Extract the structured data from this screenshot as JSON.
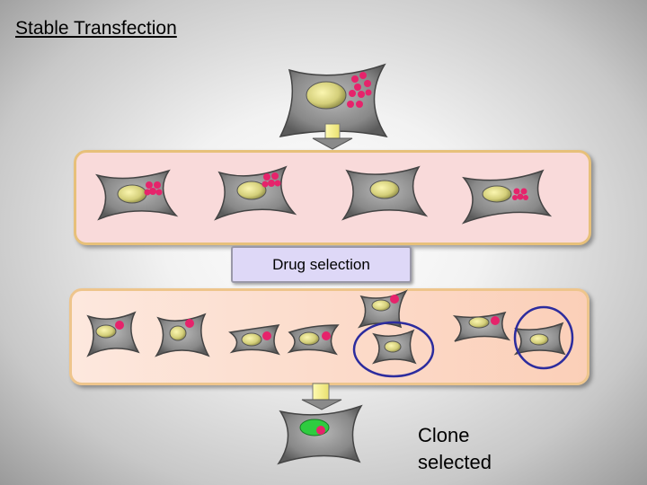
{
  "title": "Stable Transfection",
  "step_label": "Drug selection",
  "result_label": {
    "line1": "Clone",
    "line2": "selected"
  },
  "colors": {
    "cell_body": "#8a8a8a",
    "nucleus": "#d4cf7a",
    "plasmid": "#e6236b",
    "selected_marker": "#2ecc40",
    "selection_circle": "#2c2c9e",
    "arrow_fill": "#f5f08a"
  }
}
